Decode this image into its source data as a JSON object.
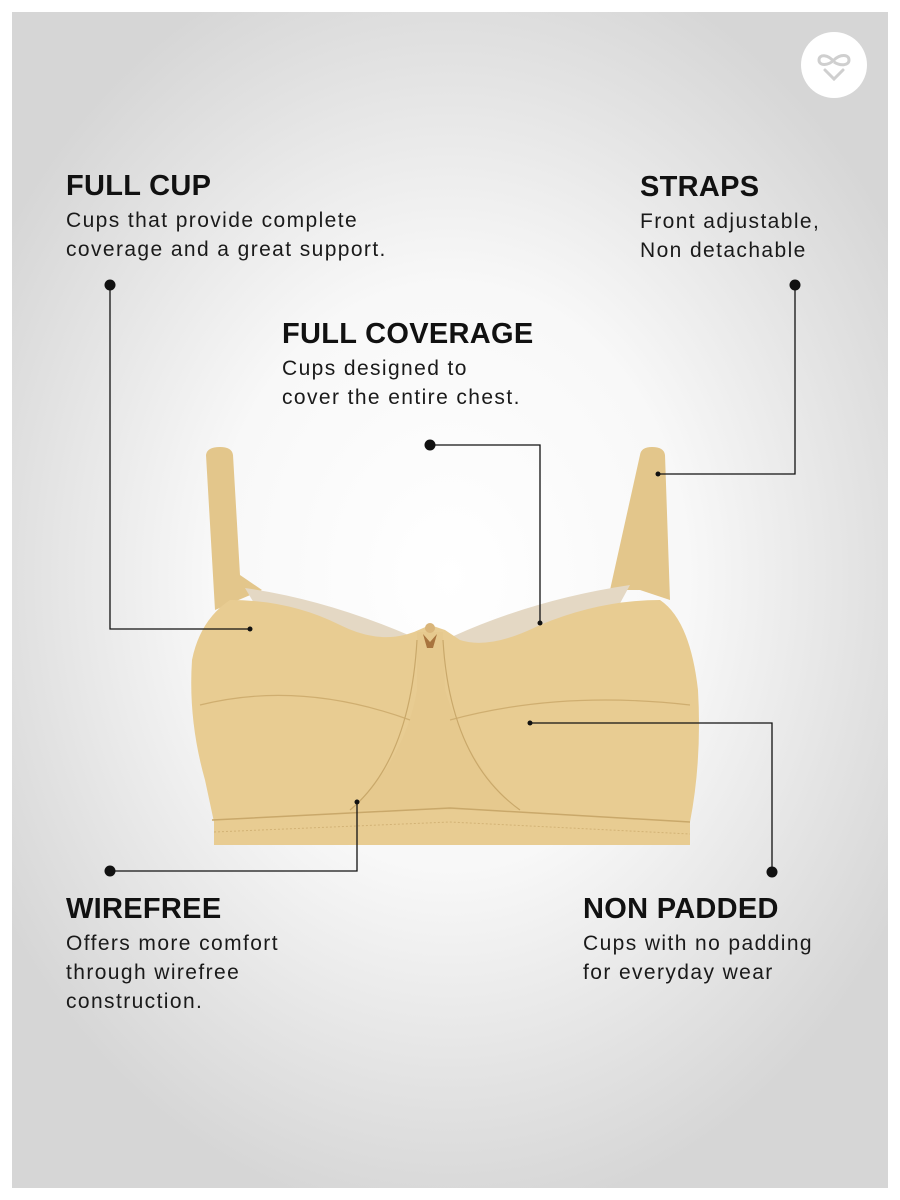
{
  "features": {
    "full_cup": {
      "title": "FULL CUP",
      "text": "Cups that provide complete\ncoverage and a great support."
    },
    "straps": {
      "title": "STRAPS",
      "text": "Front adjustable,\nNon detachable"
    },
    "full_coverage": {
      "title": "FULL COVERAGE",
      "text": "Cups designed to\ncover the entire chest."
    },
    "wirefree": {
      "title": "WIREFREE",
      "text": "Offers more comfort\nthrough wirefree\nconstruction."
    },
    "non_padded": {
      "title": "NON PADDED",
      "text": "Cups with no padding\nfor everyday wear"
    }
  },
  "colors": {
    "garment": "#e8cc92",
    "mesh": "#e6dccb",
    "line": "#111111"
  },
  "logo": {
    "icon": "infinity-heart-icon"
  }
}
